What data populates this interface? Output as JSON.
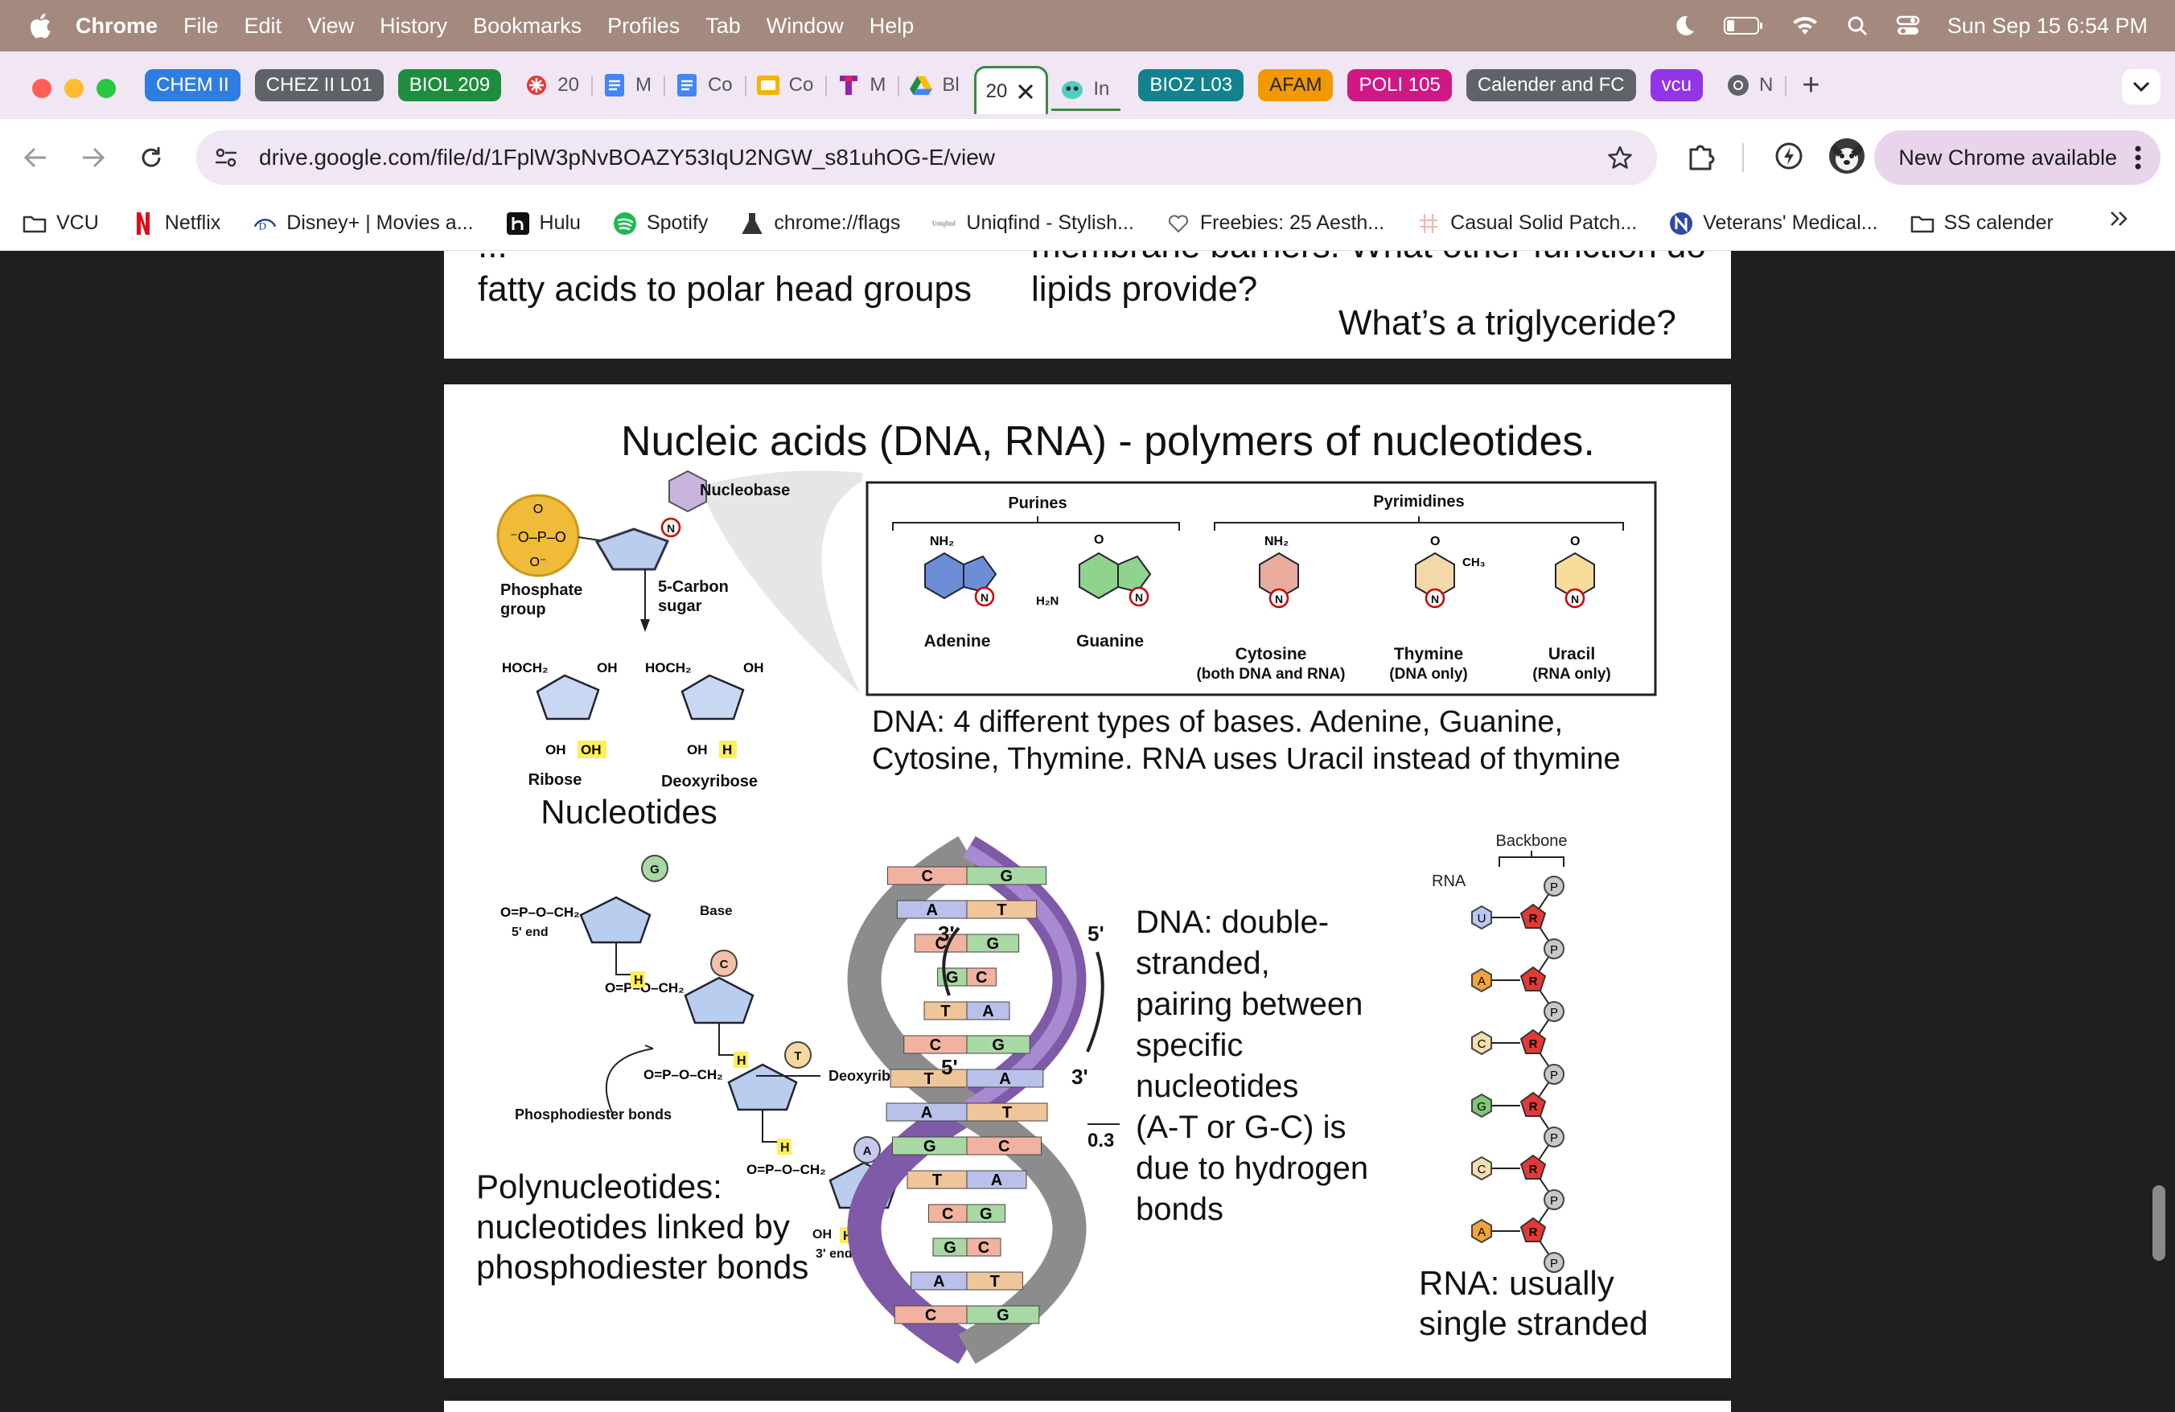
{
  "menubar": {
    "app": "Chrome",
    "items": [
      "File",
      "Edit",
      "View",
      "History",
      "Bookmarks",
      "Profiles",
      "Tab",
      "Window",
      "Help"
    ],
    "datetime": "Sun Sep 15  6:54 PM"
  },
  "tabs": {
    "groups": [
      {
        "label": "CHEM II",
        "color": "#2f7de1"
      },
      {
        "label": "CHEZ II L01",
        "color": "#5f6368"
      },
      {
        "label": "BIOL 209",
        "color": "#1e8e3e"
      }
    ],
    "items": [
      {
        "label": "20",
        "icon": "red-asterisk-icon"
      },
      {
        "label": "M",
        "icon": "docs-icon"
      },
      {
        "label": "Co",
        "icon": "docs-icon"
      },
      {
        "label": "Co",
        "icon": "slides-icon"
      },
      {
        "label": "M",
        "icon": "t-logo-icon"
      },
      {
        "label": "Bl",
        "icon": "drive-icon"
      }
    ],
    "active": {
      "label": "20"
    },
    "after_active": {
      "label": "In",
      "icon": "quizlet-icon"
    },
    "groups_after": [
      {
        "label": "BIOZ L03",
        "color": "#12838e"
      },
      {
        "label": "AFAM",
        "color": "#f29900"
      },
      {
        "label": "POLI 105",
        "color": "#d01884"
      },
      {
        "label": "Calender and FC",
        "color": "#5f6368"
      },
      {
        "label": "vcu",
        "color": "#9334e6"
      }
    ],
    "last": {
      "label": "N",
      "icon": "chrome-icon"
    }
  },
  "toolbar": {
    "url": "drive.google.com/file/d/1FplW3pNvBOAZY53IqU2NGW_s81uhOG-E/view",
    "update_label": "New Chrome available"
  },
  "bookmarks": [
    {
      "label": "VCU",
      "icon": "folder-icon"
    },
    {
      "label": "Netflix",
      "icon": "netflix-icon"
    },
    {
      "label": "Disney+ | Movies a...",
      "icon": "disney-icon"
    },
    {
      "label": "Hulu",
      "icon": "hulu-icon"
    },
    {
      "label": "Spotify",
      "icon": "spotify-icon"
    },
    {
      "label": "chrome://flags",
      "icon": "flask-icon"
    },
    {
      "label": "Uniqfind - Stylish...",
      "icon": "uniqfind-icon"
    },
    {
      "label": "Freebies: 25 Aesth...",
      "icon": "heart-icon"
    },
    {
      "label": "Casual Solid Patch...",
      "icon": "pattern-icon"
    },
    {
      "label": "Veterans' Medical...",
      "icon": "n-logo-icon"
    },
    {
      "label": "SS calender",
      "icon": "folder-icon"
    }
  ],
  "prev_slide": {
    "col1_cut": "...",
    "col1": "fatty acids to polar head groups",
    "col2_cut": "membrane barriers. What other function do",
    "col2": "lipids provide?",
    "col3": "What’s a triglyceride?"
  },
  "slide": {
    "title": "Nucleic acids (DNA, RNA) - polymers of nucleotides.",
    "nucleobase_label": "Nucleobase",
    "phosphate_label": [
      "Phosphate",
      "group"
    ],
    "sugar_label": [
      "5-Carbon",
      "sugar"
    ],
    "ribose_label": "Ribose",
    "deoxyribose_label": "Deoxyribose",
    "nucleotides_label": "Nucleotides",
    "purines_label": "Purines",
    "pyrimidines_label": "Pyrimidines",
    "bases": [
      {
        "name": "Adenine",
        "note": ""
      },
      {
        "name": "Guanine",
        "note": ""
      },
      {
        "name": "Cytosine",
        "note": "(both DNA and RNA)"
      },
      {
        "name": "Thymine",
        "note": "(DNA only)"
      },
      {
        "name": "Uracil",
        "note": "(RNA only)"
      }
    ],
    "dna_bases_text": [
      "DNA: 4 different types of bases. Adenine, Guanine,",
      "Cytosine, Thymine. RNA uses Uracil instead of thymine"
    ],
    "poly_labels": {
      "five_end": "5' end",
      "three_end": "3' end",
      "base": "Base",
      "deoxyribose": "Deoxyribose",
      "phospho": "Phosphodiester bonds"
    },
    "poly_text": [
      "Polynucleotides:",
      "nucleotides linked by",
      "phosphodiester bonds"
    ],
    "helix_labels": {
      "three_top": "3'",
      "five_top": "5'",
      "five_bottom": "5'",
      "three_bottom": "3'",
      "measure": "0.3"
    },
    "helix_pairs": [
      "C G",
      "A T",
      "C G",
      "G C",
      "T A",
      "C G",
      "T A",
      "A T",
      "G C",
      "T A",
      "C G",
      "G C",
      "A T",
      "C G"
    ],
    "dna_text": [
      "DNA: double-",
      "stranded,",
      "pairing between",
      "specific",
      "nucleotides",
      "(A-T or G-C) is",
      "due to hydrogen",
      "bonds"
    ],
    "rna_backbone_label": "Backbone",
    "rna_label": "RNA",
    "rna_bases": [
      "U",
      "A",
      "C",
      "G",
      "C",
      "A"
    ],
    "rna_text": [
      "RNA: usually",
      "single stranded"
    ]
  }
}
